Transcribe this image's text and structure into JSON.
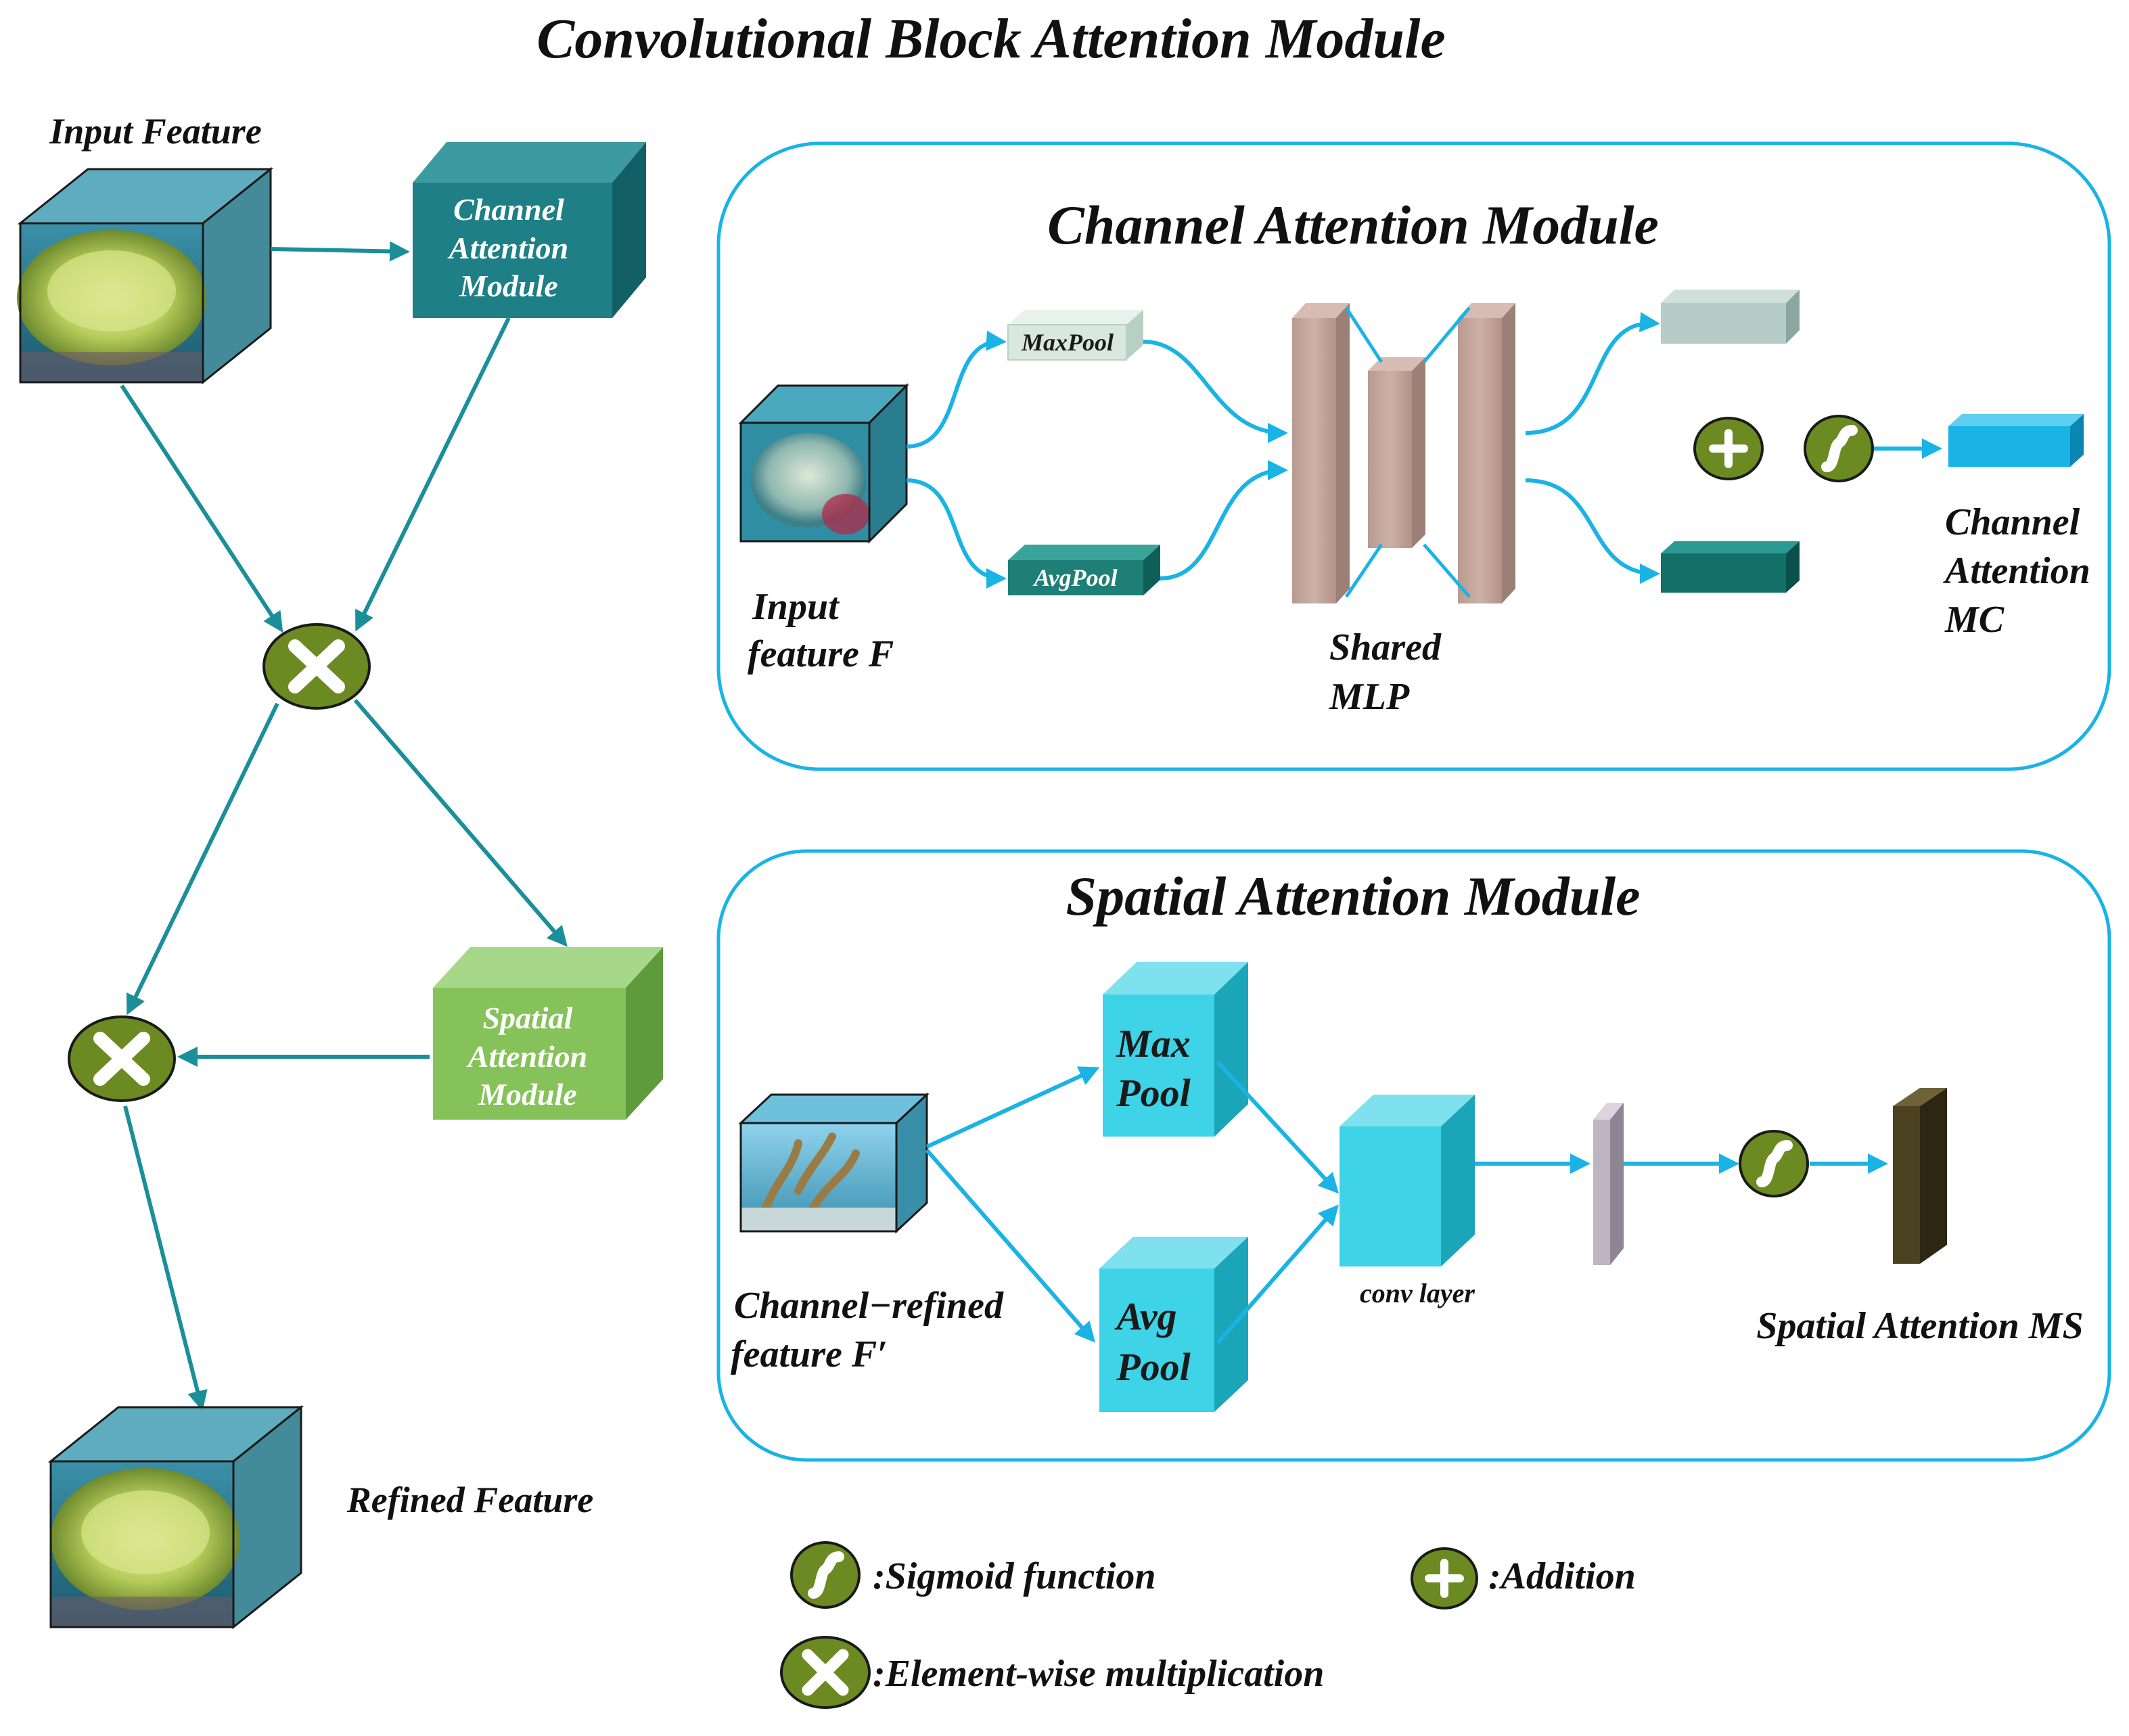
{
  "title": "Convolutional Block Attention Module",
  "cbam": {
    "input_label": "Input Feature",
    "channel_box": [
      "Channel",
      "Attention",
      "Module"
    ],
    "spatial_box": [
      "Spatial",
      "Attention",
      "Module"
    ],
    "refined_label": "Refined Feature"
  },
  "channel_module": {
    "title": "Channel Attention Module",
    "maxpool": "MaxPool",
    "avgpool": "AvgPool",
    "input_label": [
      "Input",
      "feature F"
    ],
    "mlp_label": [
      "Shared",
      "MLP"
    ],
    "output_label": [
      "Channel",
      "Attention",
      "MC"
    ]
  },
  "spatial_module": {
    "title": "Spatial Attention Module",
    "maxpool": [
      "Max",
      "Pool"
    ],
    "avgpool": [
      "Avg",
      "Pool"
    ],
    "conv_label": "conv layer",
    "input_label": [
      "Channel−refined",
      "feature F′"
    ],
    "output_label": "Spatial Attention MS"
  },
  "legend": {
    "sigmoid": ":Sigmoid function",
    "addition": ":Addition",
    "multiplication": ":Element-wise multiplication"
  },
  "colors": {
    "teal_arrow": "#1a8f9a",
    "cyan_arrow": "#19b3e6",
    "olive_circle": "#6b8a21",
    "channel_box": "#1e7f86",
    "spatial_box": "#86c25a",
    "mlp": "#c4a59c",
    "cyan_cube": "#3ed3e6"
  },
  "icons": [
    "multiply-icon",
    "addition-icon",
    "sigmoid-icon"
  ]
}
